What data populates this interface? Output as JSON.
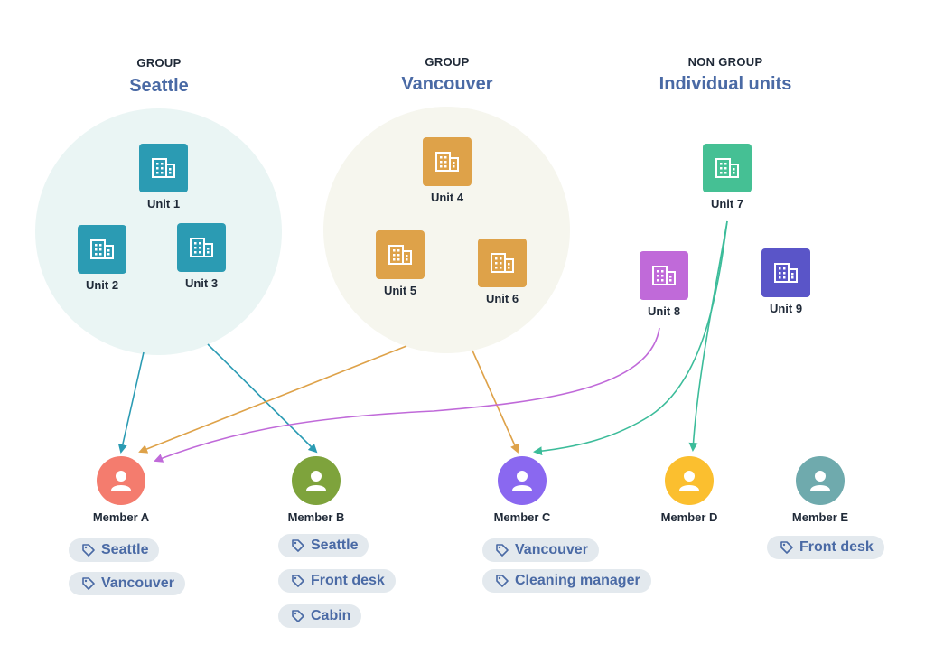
{
  "groups": [
    {
      "kicker": "GROUP",
      "title": "Seattle"
    },
    {
      "kicker": "GROUP",
      "title": "Vancouver"
    },
    {
      "kicker": "NON GROUP",
      "title": "Individual units"
    }
  ],
  "units": [
    {
      "label": "Unit 1",
      "color": "#2b9bb3"
    },
    {
      "label": "Unit 2",
      "color": "#2b9bb3"
    },
    {
      "label": "Unit 3",
      "color": "#2b9bb3"
    },
    {
      "label": "Unit 4",
      "color": "#dea249"
    },
    {
      "label": "Unit 5",
      "color": "#dea249"
    },
    {
      "label": "Unit 6",
      "color": "#dea249"
    },
    {
      "label": "Unit 7",
      "color": "#45c094"
    },
    {
      "label": "Unit 8",
      "color": "#c06ad9"
    },
    {
      "label": "Unit 9",
      "color": "#5a55c8"
    }
  ],
  "members": [
    {
      "label": "Member A",
      "color": "#f47c6e",
      "tags": [
        "Seattle",
        "Vancouver"
      ]
    },
    {
      "label": "Member B",
      "color": "#7ea33c",
      "tags": [
        "Seattle",
        "Front desk",
        "Cabin"
      ]
    },
    {
      "label": "Member C",
      "color": "#8a68f0",
      "tags": [
        "Vancouver",
        "Cleaning manager"
      ]
    },
    {
      "label": "Member D",
      "color": "#fbbf2f",
      "tags": []
    },
    {
      "label": "Member E",
      "color": "#6faaad",
      "tags": [
        "Front desk"
      ]
    }
  ],
  "colors": {
    "seattle_circle": "#eaf5f4",
    "vancouver_circle": "#f6f6ee",
    "seattle_link": "#2b9bb3",
    "vancouver_link": "#dea249",
    "unit7_link": "#3cbc9a",
    "unit8_link": "#c06ad9",
    "tag_bg": "#e3e9ee",
    "tag_text": "#4a6aa5"
  },
  "links": [
    {
      "from": "Seattle",
      "to": "Member A"
    },
    {
      "from": "Seattle",
      "to": "Member B"
    },
    {
      "from": "Vancouver",
      "to": "Member A"
    },
    {
      "from": "Vancouver",
      "to": "Member C"
    },
    {
      "from": "Unit 8",
      "to": "Member A"
    },
    {
      "from": "Unit 7",
      "to": "Member C"
    },
    {
      "from": "Unit 7",
      "to": "Member D"
    }
  ]
}
